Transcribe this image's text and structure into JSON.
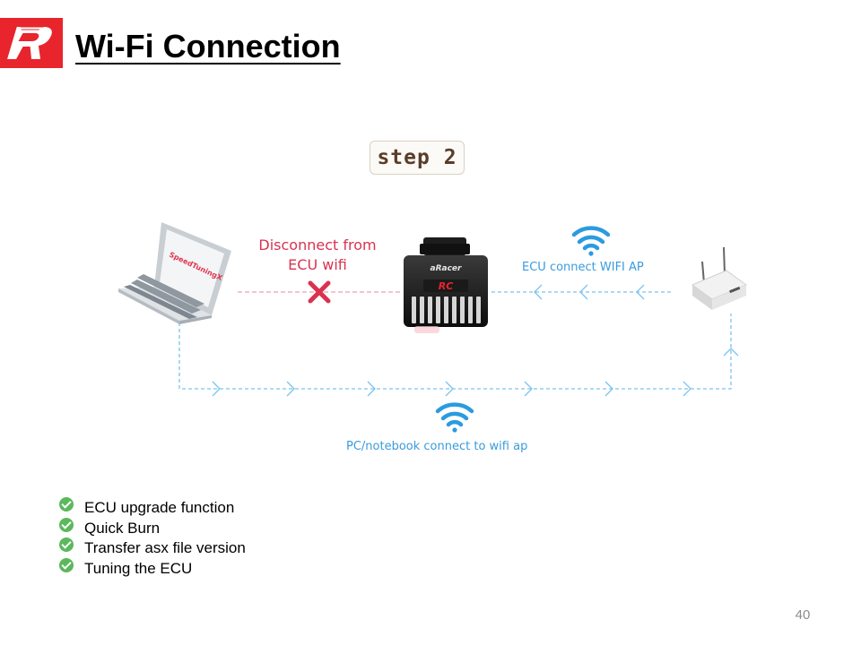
{
  "slide": {
    "title": "Wi-Fi Connection",
    "page_number": "40"
  },
  "diagram": {
    "step_label": "step 2",
    "disconnect_label": "Disconnect from ECU wifi",
    "ecu_connect_label": "ECU connect WIFI AP",
    "pc_connect_label": "PC/notebook connect to wifi ap",
    "laptop_screen_text": "SpeedTuningX",
    "ecu_brand_text": "aRacer",
    "ecu_model_text": "RC"
  },
  "features": [
    {
      "label": "ECU upgrade function"
    },
    {
      "label": "Quick Burn"
    },
    {
      "label": "Transfer asx file version"
    },
    {
      "label": "Tuning the ECU"
    }
  ],
  "colors": {
    "brand_red": "#e8242c",
    "disconnect_red": "#d9324f",
    "wifi_blue": "#2b9be0",
    "check_green": "#5cb85c"
  }
}
